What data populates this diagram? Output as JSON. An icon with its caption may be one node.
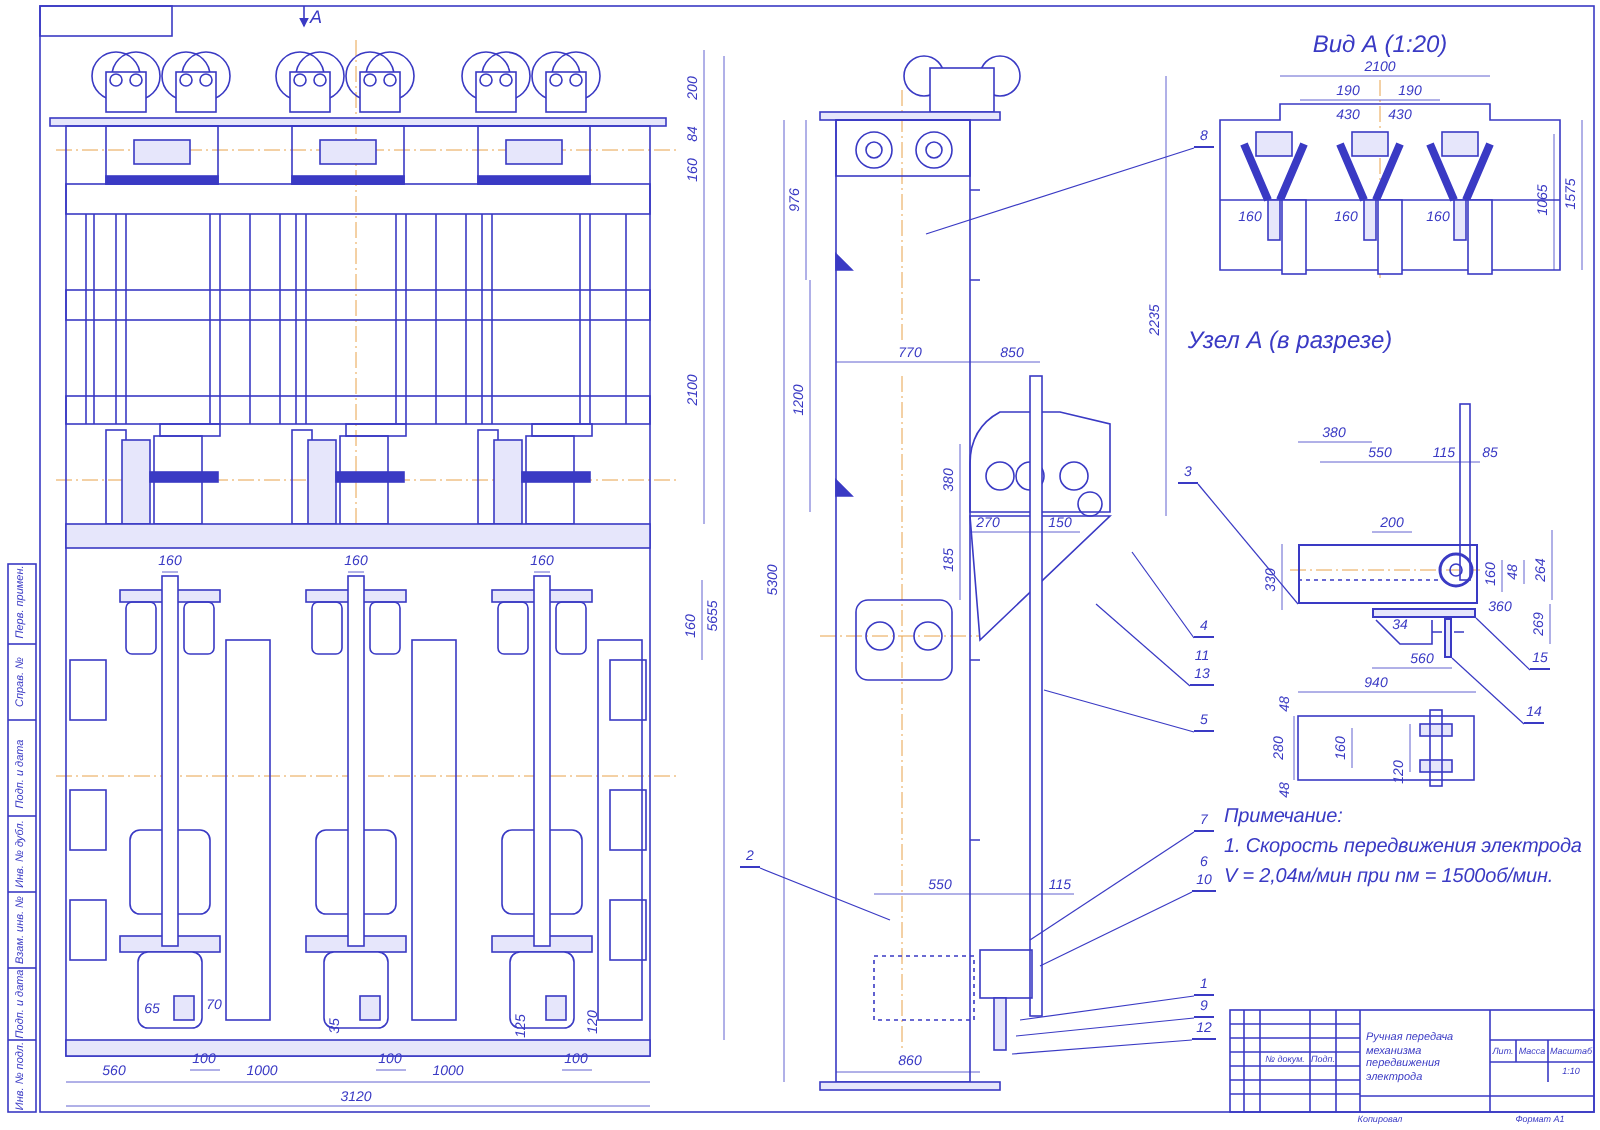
{
  "diagram": {
    "nodes": [
      {
        "text": [
          "8"
        ]
      },
      {
        "text": [
          "3"
        ]
      },
      {
        "text": [
          "4"
        ]
      },
      {
        "text": [
          "11",
          "13"
        ]
      },
      {
        "text": [
          "5"
        ]
      },
      {
        "text": [
          "7"
        ]
      },
      {
        "text": [
          "6",
          "10"
        ]
      },
      {
        "text": [
          "1"
        ]
      },
      {
        "text": [
          "9"
        ]
      },
      {
        "text": [
          "12"
        ]
      },
      {
        "text": [
          "2"
        ]
      },
      {
        "text": [
          "15"
        ]
      },
      {
        "text": [
          "14"
        ]
      },
      {
        "text": [],
        "shape": "box"
      },
      {
        "text": [],
        "shape": "bar"
      },
      {
        "text": [],
        "shape": "bar"
      }
    ],
    "edges": [
      {
        "from": 0,
        "to": null,
        "arrow": "none"
      },
      {
        "from": 1,
        "to": 13,
        "arrow": "none"
      },
      {
        "from": 2,
        "to": null,
        "arrow": "none"
      },
      {
        "from": 3,
        "to": null,
        "arrow": "none"
      },
      {
        "from": 4,
        "to": null,
        "arrow": "none"
      },
      {
        "from": 5,
        "to": null,
        "arrow": "none"
      },
      {
        "from": 6,
        "to": null,
        "arrow": "none"
      },
      {
        "from": 7,
        "to": null,
        "arrow": "none"
      },
      {
        "from": 8,
        "to": null,
        "arrow": "none"
      },
      {
        "from": 9,
        "to": null,
        "arrow": "none"
      },
      {
        "from": 10,
        "to": null,
        "arrow": "none"
      },
      {
        "from": 11,
        "to": 14,
        "arrow": "none"
      },
      {
        "from": 12,
        "to": 15,
        "arrow": "none"
      }
    ],
    "labels": [
      "A",
      "200",
      "84",
      "160",
      "2100",
      "5655",
      "160",
      "160",
      "160",
      "160",
      "65",
      "70",
      "35",
      "125",
      "120",
      "560",
      "100",
      "1000",
      "100",
      "1000",
      "100",
      "3120",
      "976",
      "1200",
      "5300",
      "2235",
      "770",
      "850",
      "380",
      "185",
      "270",
      "150",
      "550",
      "115",
      "860",
      "Вид А (1:20)",
      "2100",
      "190",
      "190",
      "430",
      "430",
      "160",
      "160",
      "160",
      "1065",
      "1575",
      "Узел А (в разрезе)",
      "380",
      "550",
      "115",
      "85",
      "200",
      "330",
      "160",
      "48",
      "264",
      "360",
      "34",
      "269",
      "560",
      "940",
      "48",
      "280",
      "160",
      "120",
      "48",
      "Примечание:",
      "1. Скорость передвижения электрода",
      "V = 2,04м/мин при nм = 1500об/мин.",
      "Перв. примен.",
      "Справ. №",
      "Подп. и дата",
      "Инв. № дубл.",
      "Взам. инв. №",
      "Подп. и дата",
      "Инв. № подл.",
      "№ докум.",
      "Подп.",
      "Ручная передача механизма передвижения электрода",
      "Лит.",
      "Масса",
      "Масштаб",
      "1:10",
      "Копировал",
      "Формат А1"
    ]
  }
}
